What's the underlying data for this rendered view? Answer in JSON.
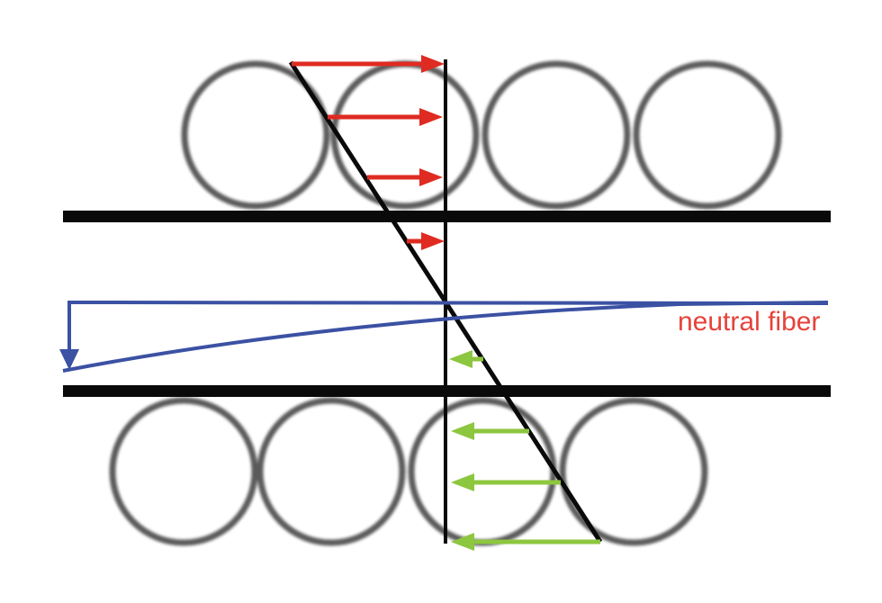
{
  "figure": {
    "type": "bending-strain-diagram",
    "top_circle_count": 4,
    "bottom_circle_count": 4,
    "red_arrow_count": 4,
    "green_arrow_count": 4
  },
  "labels": {
    "neutral_fiber": "neutral fiber"
  },
  "colors": {
    "background": "#ffffff",
    "black": "#0a0a0a",
    "gray": "#4d4d4d",
    "red": "#df2b22",
    "green": "#8dc63f",
    "blue": "#3b51a3",
    "label_red": "#e6423a"
  }
}
